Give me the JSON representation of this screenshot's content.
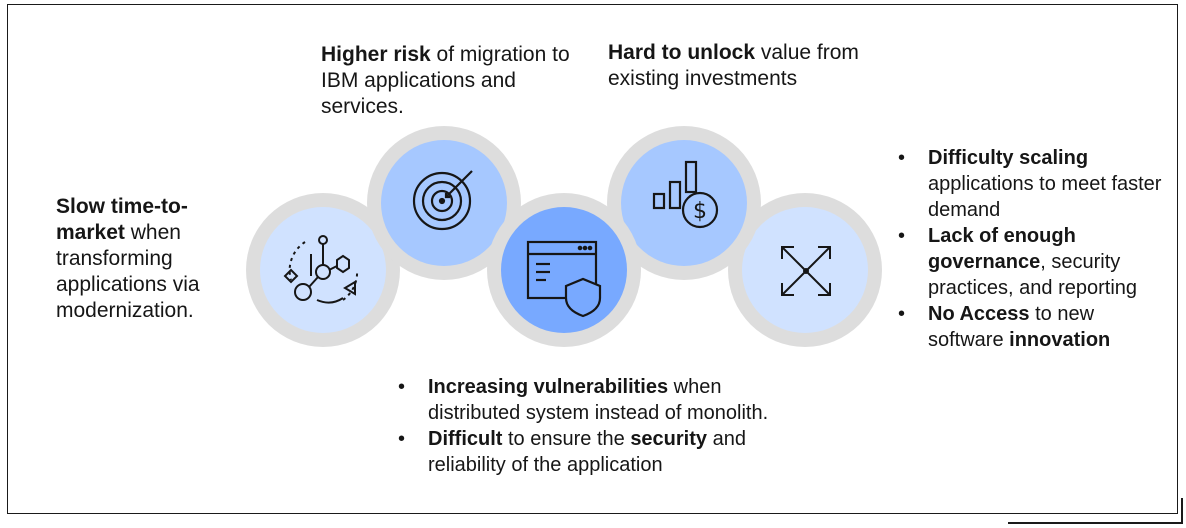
{
  "left_block": {
    "bold": "Slow time-to-market",
    "rest": " when transforming applications via modernization."
  },
  "top_left_block": {
    "bold": "Higher risk",
    "rest": " of migration to IBM applications and services."
  },
  "top_right_block": {
    "bold": "Hard to unlock",
    "rest": " value from existing investments"
  },
  "right_bullets": [
    {
      "parts": [
        {
          "b": "Difficulty scaling"
        },
        {
          "t": " applications to meet faster demand"
        }
      ]
    },
    {
      "parts": [
        {
          "b": "Lack of enough governance"
        },
        {
          "t": ", security practices, and reporting"
        }
      ]
    },
    {
      "parts": [
        {
          "b": "No Access"
        },
        {
          "t": " to new software "
        },
        {
          "b": "innovation"
        }
      ]
    }
  ],
  "bottom_bullets": [
    {
      "parts": [
        {
          "b": "Increasing vulnerabilities"
        },
        {
          "t": " when distributed system instead of monolith."
        }
      ]
    },
    {
      "parts": [
        {
          "b": "Difficult"
        },
        {
          "t": " to ensure the "
        },
        {
          "b": "security"
        },
        {
          "t": " and reliability of the application"
        }
      ]
    }
  ],
  "bullet_char": "•",
  "icons": [
    "modernization-cycle-icon",
    "target-icon",
    "security-window-icon",
    "chart-dollar-icon",
    "expand-arrows-icon"
  ],
  "colors": {
    "ring": "#dddddd",
    "light_blue": "#d0e2ff",
    "mid_blue": "#a6c8ff",
    "deep_blue": "#78a9ff",
    "icon_stroke": "#161616"
  }
}
